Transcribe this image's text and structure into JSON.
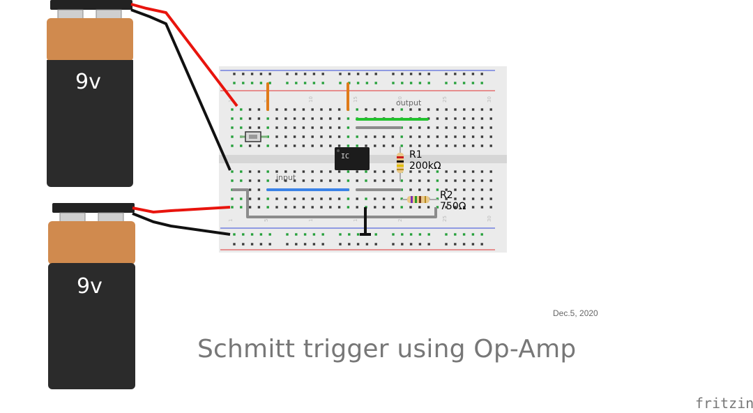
{
  "batteries": [
    {
      "label": "9v"
    },
    {
      "label": "9v"
    }
  ],
  "breadboard": {
    "ic_label": "IC",
    "input_label": "input",
    "output_label": "output",
    "r1": {
      "name": "R1",
      "value": "200kΩ"
    },
    "r2": {
      "name": "R2",
      "value": "750Ω"
    }
  },
  "footer": {
    "date": "Dec.5, 2020",
    "title": "Schmitt trigger using Op-Amp",
    "brand": "fritzing"
  },
  "colors": {
    "battery_top": "#d08a4e",
    "battery_body": "#2b2b2b",
    "wire_red": "#e8140d",
    "wire_black": "#111111",
    "wire_orange": "#e07b1a",
    "wire_blue": "#3b82e6",
    "wire_green": "#22c22e",
    "wire_grey": "#8c8c8c",
    "breadboard": "#ebebeb",
    "hole_active": "#25a03a"
  }
}
